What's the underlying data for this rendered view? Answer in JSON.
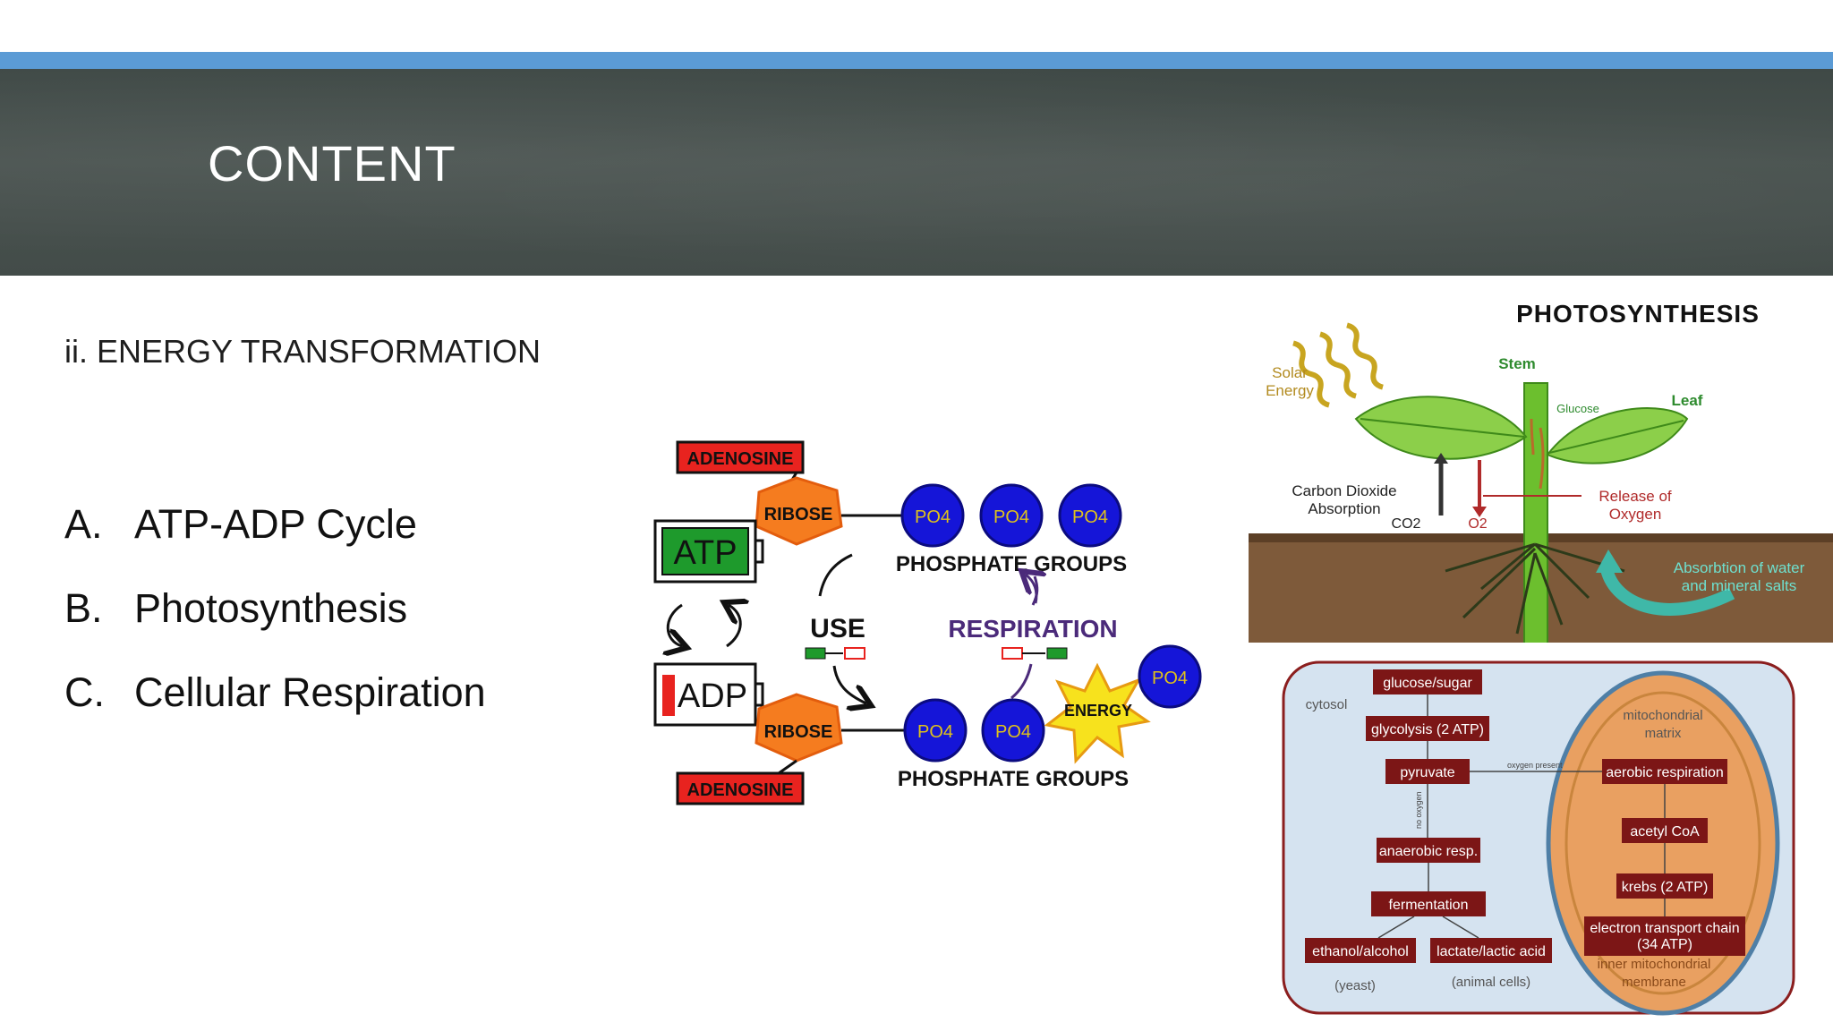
{
  "slide": {
    "title": "CONTENT",
    "subtitle": "ii. ENERGY TRANSFORMATION",
    "items": [
      {
        "letter": "A.",
        "label": "ATP-ADP Cycle"
      },
      {
        "letter": "B.",
        "label": "Photosynthesis"
      },
      {
        "letter": "C.",
        "label": "Cellular Respiration"
      }
    ]
  },
  "atp_diagram": {
    "adenosine": "ADENOSINE",
    "ribose": "RIBOSE",
    "phosphate": "PO4",
    "phosphate_groups": "PHOSPHATE GROUPS",
    "atp": "ATP",
    "adp": "ADP",
    "use": "USE",
    "respiration": "RESPIRATION",
    "energy": "ENERGY"
  },
  "photo_diagram": {
    "title": "PHOTOSYNTHESIS",
    "solar1": "Solar",
    "solar2": "Energy",
    "stem": "Stem",
    "leaf": "Leaf",
    "glucose": "Glucose",
    "co2_abs1": "Carbon Dioxide",
    "co2_abs2": "Absorption",
    "co2": "CO2",
    "o2": "O2",
    "release1": "Release of",
    "release2": "Oxygen",
    "water1": "Absorbtion of water",
    "water2": "and mineral salts"
  },
  "resp_diagram": {
    "cytosol": "cytosol",
    "mito1": "mitochondrial",
    "mito2": "matrix",
    "glucose": "glucose/sugar",
    "glycolysis": "glycolysis (2 ATP)",
    "pyruvate": "pyruvate",
    "oxygen_present": "oxygen present",
    "no_oxygen": "no oxygen",
    "aerobic": "aerobic respiration",
    "acetyl": "acetyl CoA",
    "krebs": "krebs (2 ATP)",
    "etc1": "electron transport chain",
    "etc2": "(34 ATP)",
    "anaerobic": "anaerobic resp.",
    "fermentation": "fermentation",
    "ethanol": "ethanol/alcohol",
    "lactate": "lactate/lactic acid",
    "yeast": "(yeast)",
    "animal": "(animal cells)",
    "inner1": "inner mitochondrial",
    "inner2": "membrane"
  }
}
